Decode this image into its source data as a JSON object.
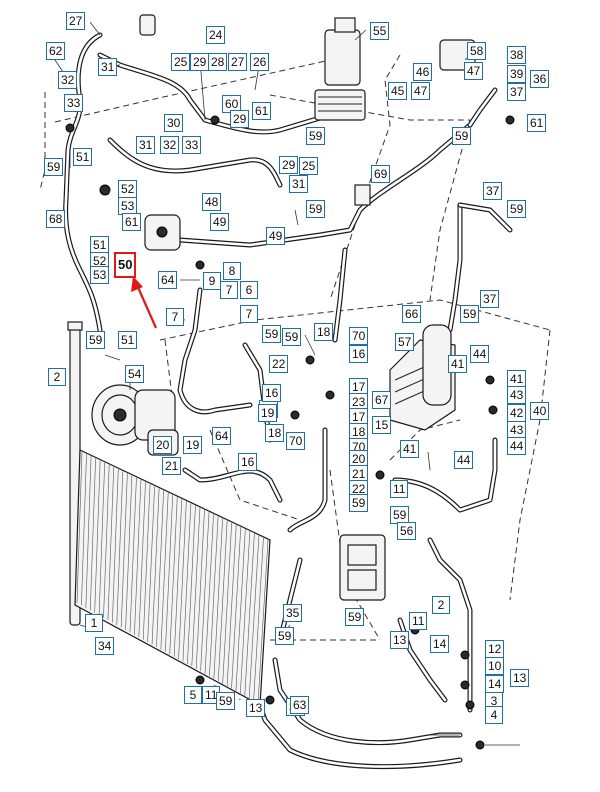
{
  "diagram": {
    "accent_color": "#1f6fa8",
    "highlight_color": "#e01818",
    "highlighted_label": "50",
    "labels": [
      "27",
      "62",
      "32",
      "33",
      "31",
      "24",
      "25",
      "29",
      "28",
      "27",
      "26",
      "60",
      "29",
      "61",
      "30",
      "31",
      "32",
      "33",
      "55",
      "58",
      "38",
      "46",
      "47",
      "39",
      "36",
      "45",
      "47",
      "37",
      "59",
      "61",
      "59",
      "51",
      "52",
      "53",
      "61",
      "68",
      "29",
      "25",
      "31",
      "59",
      "69",
      "37",
      "59",
      "48",
      "49",
      "49",
      "59",
      "51",
      "52",
      "53",
      "50",
      "64",
      "9",
      "8",
      "7",
      "6",
      "7",
      "66",
      "59",
      "37",
      "2",
      "59",
      "51",
      "54",
      "7",
      "59",
      "59",
      "18",
      "70",
      "16",
      "57",
      "41",
      "44",
      "41",
      "43",
      "42",
      "40",
      "43",
      "44",
      "22",
      "16",
      "17",
      "23",
      "17",
      "67",
      "15",
      "18",
      "70",
      "41",
      "44",
      "20",
      "21",
      "19",
      "64",
      "16",
      "18",
      "70",
      "22",
      "19",
      "20",
      "21",
      "22",
      "59",
      "11",
      "59",
      "56",
      "59",
      "2",
      "1",
      "34",
      "35",
      "59",
      "35",
      "13",
      "11",
      "14",
      "12",
      "10",
      "14",
      "13",
      "3",
      "4",
      "5",
      "11",
      "59",
      "13",
      "63"
    ]
  }
}
